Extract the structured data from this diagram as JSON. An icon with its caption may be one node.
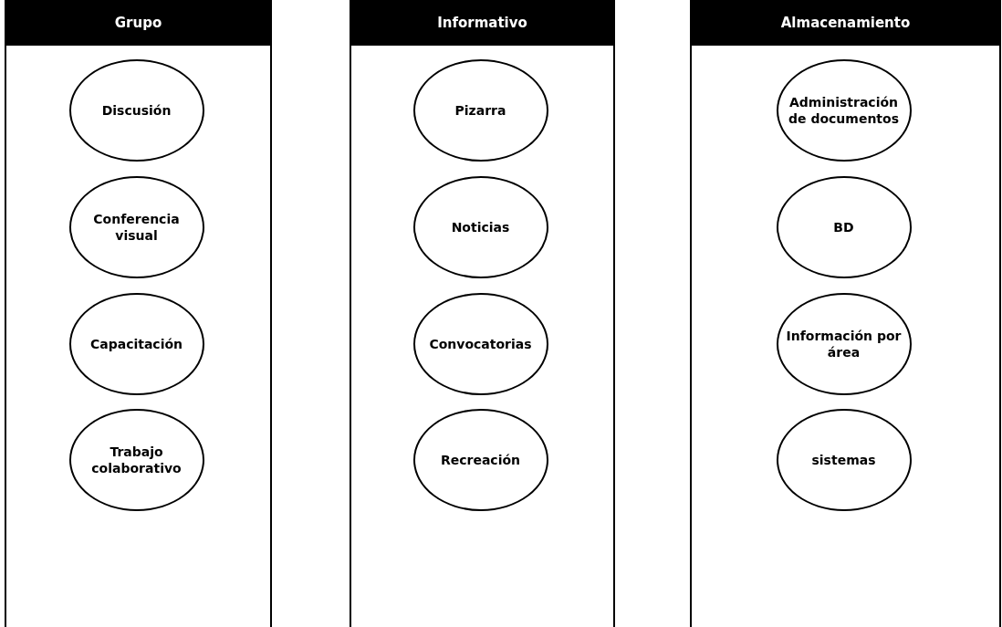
{
  "diagram": {
    "nodes": [
      {
        "text": [
          "Grupo"
        ]
      },
      {
        "text": [
          "Discusión"
        ],
        "in": 0
      },
      {
        "text": [
          "Conferencia visual"
        ],
        "in": 0
      },
      {
        "text": [
          "Capacitación"
        ],
        "in": 0
      },
      {
        "text": [
          "Trabajo colaborativo"
        ],
        "in": 0
      },
      {
        "text": [
          "Informativo"
        ]
      },
      {
        "text": [
          "Pizarra"
        ],
        "in": 5
      },
      {
        "text": [
          "Noticias"
        ],
        "in": 5
      },
      {
        "text": [
          "Convocatorias"
        ],
        "in": 5
      },
      {
        "text": [
          "Recreación"
        ],
        "in": 5
      },
      {
        "text": [
          "Almacenamiento"
        ]
      },
      {
        "text": [
          "Administración de documentos"
        ],
        "in": 10
      },
      {
        "text": [
          "BD"
        ],
        "in": 10
      },
      {
        "text": [
          "Información por área"
        ],
        "in": 10
      },
      {
        "text": [
          "sistemas"
        ],
        "in": 10
      }
    ]
  }
}
